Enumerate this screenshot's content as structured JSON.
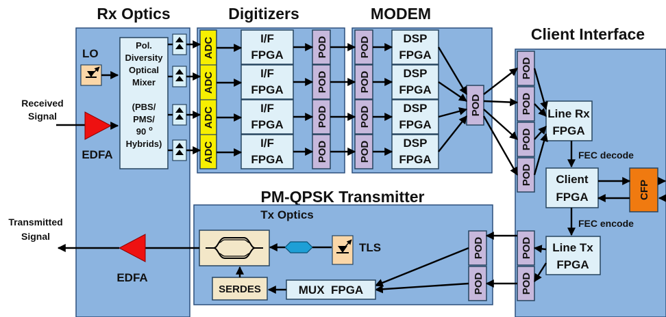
{
  "headings": {
    "rx_optics": "Rx Optics",
    "digitizers": "Digitizers",
    "modem": "MODEM",
    "client_interface": "Client Interface",
    "transmitter": "PM-QPSK Transmitter",
    "tx_optics": "Tx Optics"
  },
  "rx": {
    "lo": "LO",
    "received_signal": [
      "Received",
      "Signal"
    ],
    "edfa": "EDFA",
    "mixer_lines": [
      "Pol.",
      "Diversity",
      "Optical",
      "Mixer",
      "",
      "(PBS/",
      "PMS/",
      "90",
      "Hybrids)"
    ],
    "mixer_superscript": "o"
  },
  "digitizer": {
    "adc": "ADC",
    "if_fpga": [
      "I/F",
      "FPGA"
    ],
    "pod": "POD"
  },
  "modem": {
    "dsp_fpga": [
      "DSP",
      "FPGA"
    ],
    "pod": "POD"
  },
  "client": {
    "line_rx": [
      "Line Rx",
      "FPGA"
    ],
    "fec_decode": "FEC decode",
    "client_fpga": [
      "Client",
      "FPGA"
    ],
    "cfp": "CFP",
    "fec_encode": "FEC encode",
    "line_tx": [
      "Line Tx",
      "FPGA"
    ],
    "pod": "POD"
  },
  "tx": {
    "transmitted_signal": [
      "Transmitted",
      "Signal"
    ],
    "edfa": "EDFA",
    "tls": "TLS",
    "serdes": "SERDES",
    "mux_fpga": "MUX  FPGA",
    "pod": "POD"
  },
  "colors": {
    "panel": "#8cb4e0",
    "fpga": "#dff0f8",
    "pod": "#c7b8dc",
    "adc": "#f7ef00",
    "cfp": "#f07a10",
    "edfa": "#ee1111",
    "modulator_phase": "#1e9fd6",
    "tls_box": "#fbd7a8"
  }
}
